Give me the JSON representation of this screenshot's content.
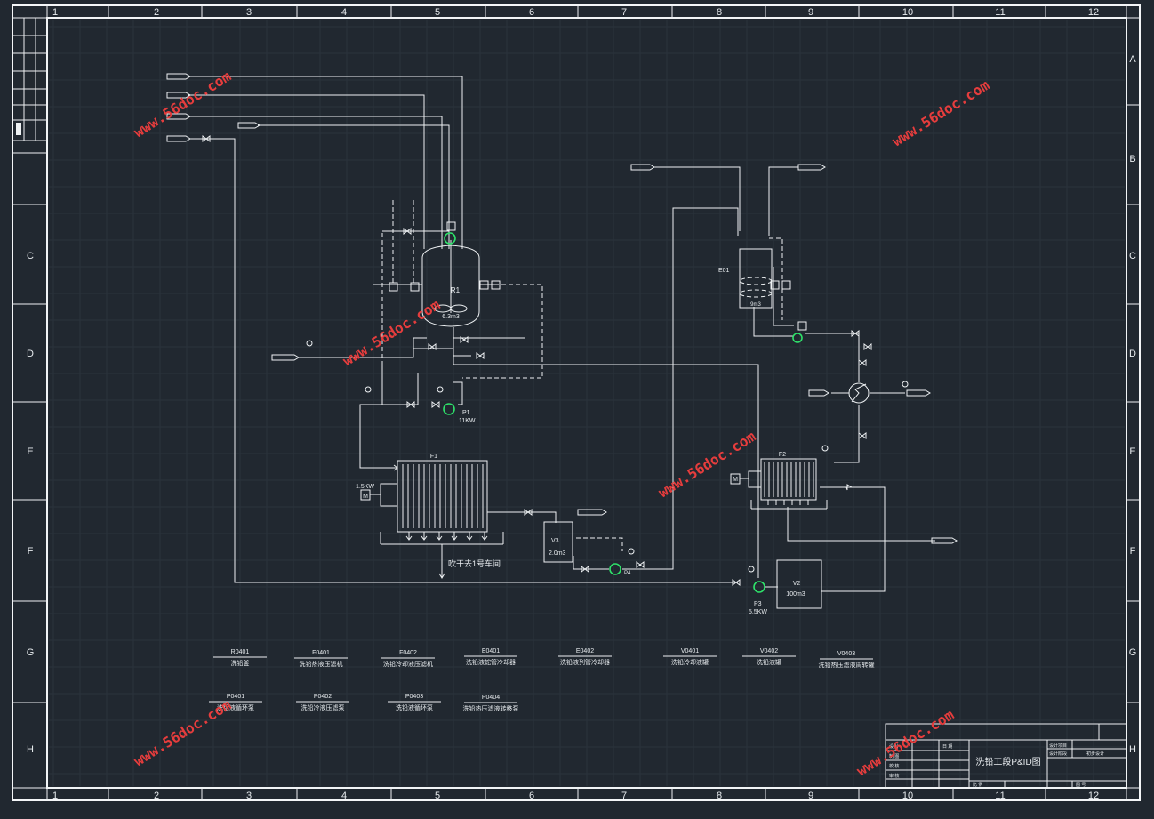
{
  "drawing": {
    "title": "洗铅工段P&ID图",
    "col_labels": [
      "1",
      "2",
      "3",
      "4",
      "5",
      "6",
      "7",
      "8",
      "9",
      "10",
      "11",
      "12"
    ],
    "row_labels": [
      "A",
      "B",
      "C",
      "D",
      "E",
      "F",
      "G",
      "H"
    ]
  },
  "watermark": "www.56doc.com",
  "equipment": {
    "r1_tag": "R1",
    "r1_vol": "6.3m3",
    "p1_tag": "P1",
    "p1_power": "11KW",
    "f1_tag": "F1",
    "f1_power": "1.5KW",
    "v3_tag": "V3",
    "v3_vol": "2.0m3",
    "p4_tag": "P4",
    "e01_tag": "E01",
    "e01_vol": "9m3",
    "f2_tag": "F2",
    "v2_tag": "V2",
    "v2_vol": "100m3",
    "p3_tag": "P3",
    "p3_power": "5.5KW",
    "motor": "M",
    "vent_note": "吹干去1号车间"
  },
  "legend": [
    {
      "code": "R0401",
      "name": "洗铅釜"
    },
    {
      "code": "F0401",
      "name": "洗铅热液压滤机"
    },
    {
      "code": "F0402",
      "name": "洗铅冷却液压滤机"
    },
    {
      "code": "E0401",
      "name": "洗铅液蛇管冷却器"
    },
    {
      "code": "E0402",
      "name": "洗铅液列管冷却器"
    },
    {
      "code": "V0401",
      "name": "洗铅冷却液罐"
    },
    {
      "code": "V0402",
      "name": "洗铅液罐"
    },
    {
      "code": "V0403",
      "name": "洗铅热压滤液周转罐"
    },
    {
      "code": "P0401",
      "name": "洗铅液循环泵"
    },
    {
      "code": "P0402",
      "name": "洗铅冷液压滤泵"
    },
    {
      "code": "P0403",
      "name": "洗铅液循环泵"
    },
    {
      "code": "P0404",
      "name": "洗铅热压滤液转移泵"
    }
  ],
  "title_block": {
    "labels": [
      "设计项目",
      "设计阶段",
      "初步设计",
      "设 计",
      "日 期",
      "制 图",
      "校 核",
      "审 核",
      "比 例",
      "图 号"
    ]
  }
}
